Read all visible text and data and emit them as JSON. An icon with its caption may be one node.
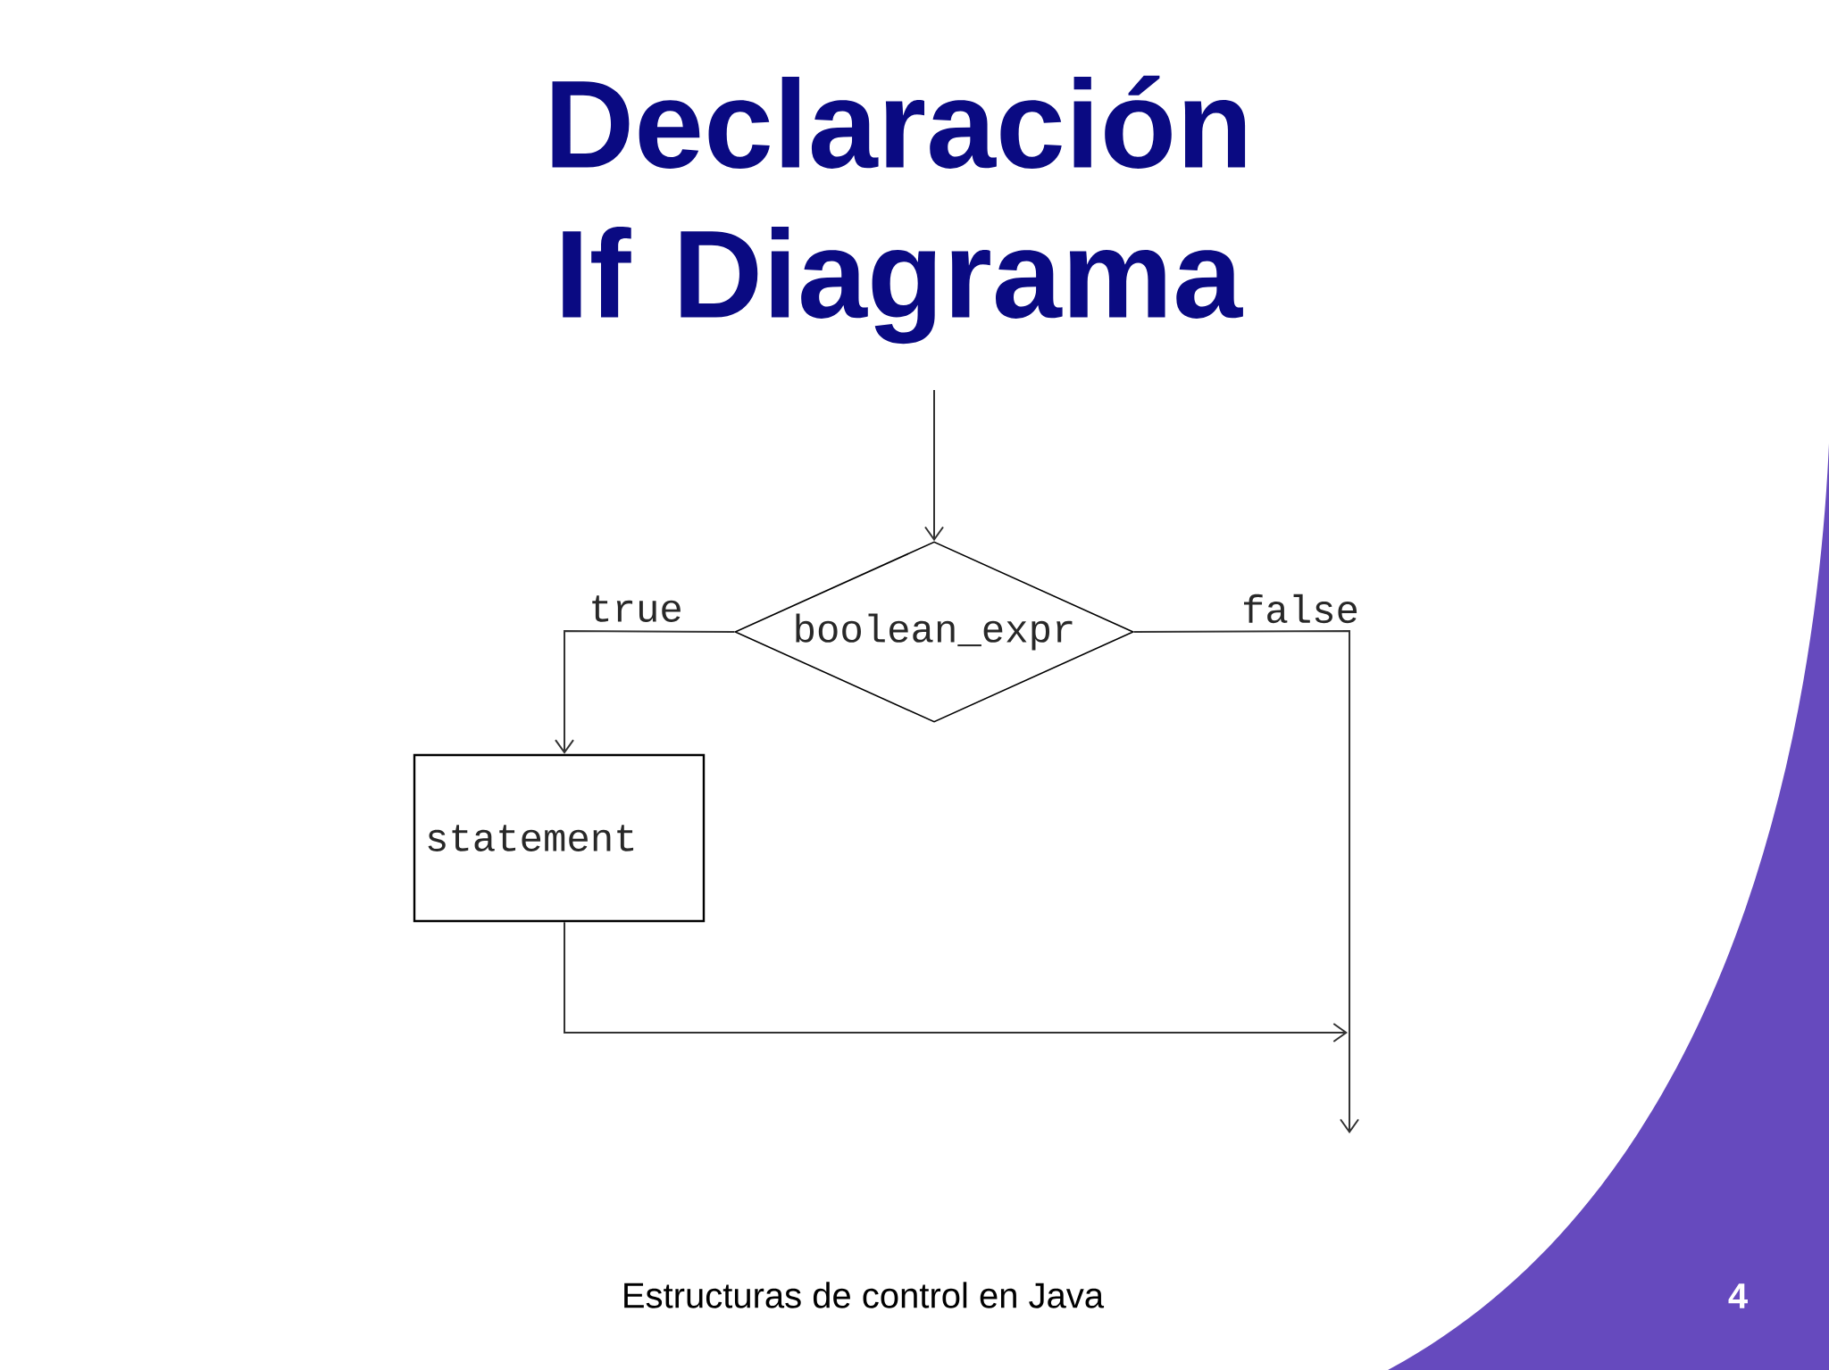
{
  "diagram": {
    "title": "Declaración If Diagrama",
    "nodes": [
      {
        "text": [
          "boolean_expr"
        ]
      },
      {
        "text": [
          "statement"
        ]
      }
    ],
    "edges": [
      {
        "from": null,
        "to": 0,
        "arrow": "to"
      },
      {
        "from": 0,
        "to": 1,
        "arrow": "to",
        "label": "true"
      },
      {
        "from": 0,
        "to": null,
        "arrow": "to",
        "label": "false"
      },
      {
        "from": 1,
        "to": null,
        "arrow": "to"
      }
    ],
    "labels": [
      "Estructuras de control en Java",
      "4"
    ]
  }
}
